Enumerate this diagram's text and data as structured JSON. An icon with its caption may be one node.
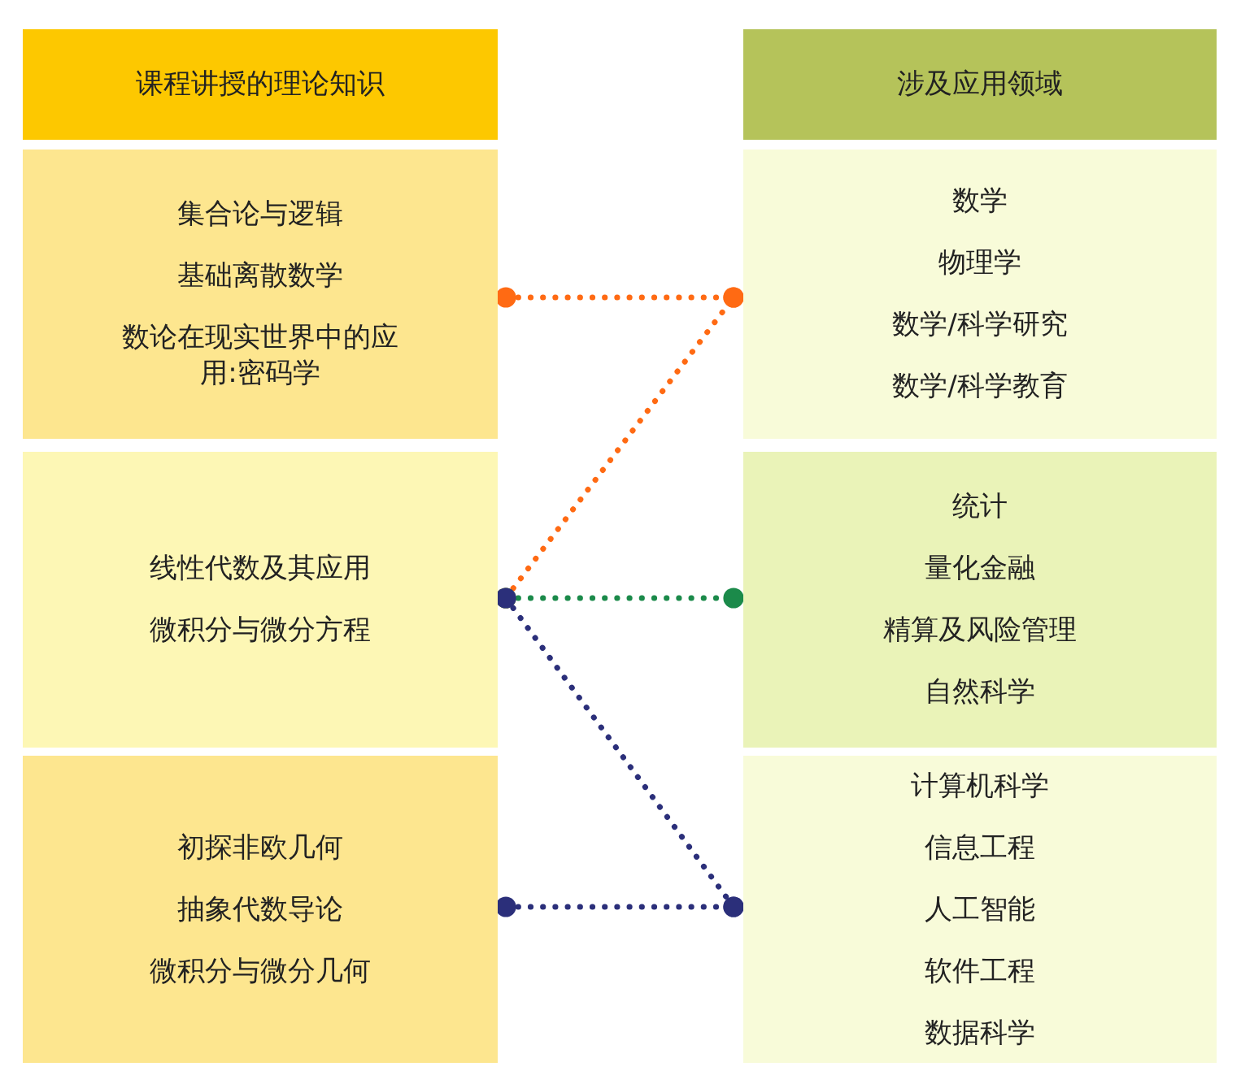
{
  "diagram": {
    "nodes": [
      {
        "text": [
          "课程讲授的理论知识"
        ]
      },
      {
        "text": [
          "涉及应用领域"
        ]
      },
      {
        "text": [
          "集合论与逻辑",
          "基础离散数学",
          "数论在现实世界中的应用:密码学"
        ]
      },
      {
        "text": [
          "线性代数及其应用",
          "微积分与微分方程"
        ]
      },
      {
        "text": [
          "初探非欧几何",
          "抽象代数导论",
          "微积分与微分几何"
        ]
      },
      {
        "text": [
          "数学",
          "物理学",
          "数学/科学研究",
          "数学/科学教育"
        ]
      },
      {
        "text": [
          "统计",
          "量化金融",
          "精算及风险管理",
          "自然科学"
        ]
      },
      {
        "text": [
          "计算机科学",
          "信息工程",
          "人工智能",
          "软件工程",
          "数据科学"
        ]
      }
    ],
    "edges": [
      {
        "from": 2,
        "to": 5,
        "arrow": "other",
        "style": "dashed",
        "color": "#ff6a13"
      },
      {
        "from": 3,
        "to": 5,
        "arrow": "other",
        "style": "dashed",
        "color": "#ff6a13"
      },
      {
        "from": 3,
        "to": 6,
        "arrow": "other",
        "style": "dashed",
        "color": "#1b8a4a"
      },
      {
        "from": 3,
        "to": 7,
        "arrow": "other",
        "style": "dashed",
        "color": "#2b2f7a"
      },
      {
        "from": 4,
        "to": 7,
        "arrow": "other",
        "style": "dashed",
        "color": "#2b2f7a"
      }
    ]
  }
}
